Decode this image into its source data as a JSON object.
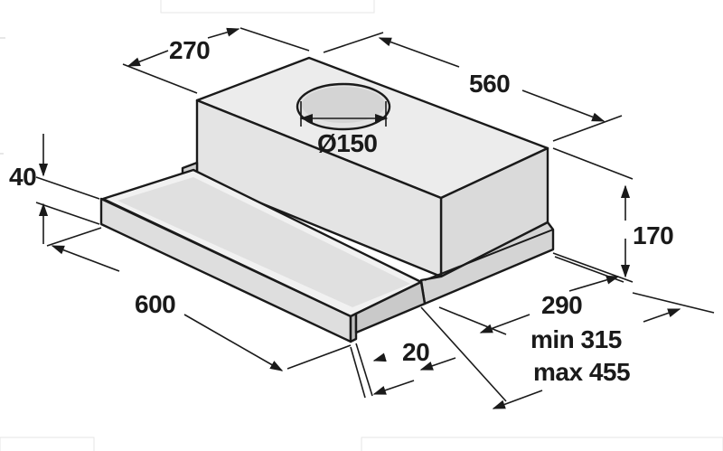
{
  "dimensions": {
    "top_depth": "270",
    "top_width": "560",
    "duct_diameter": "Ø150",
    "front_height": "40",
    "body_height": "170",
    "front_width": "600",
    "depth": "290",
    "min_depth": "min 315",
    "max_depth": "max 455",
    "front_offset": "20"
  },
  "colors": {
    "outline": "#1a1a1a",
    "face_light": "#ececec",
    "face_mid": "#d9d9d9",
    "face_dark": "#c8c8c8"
  }
}
